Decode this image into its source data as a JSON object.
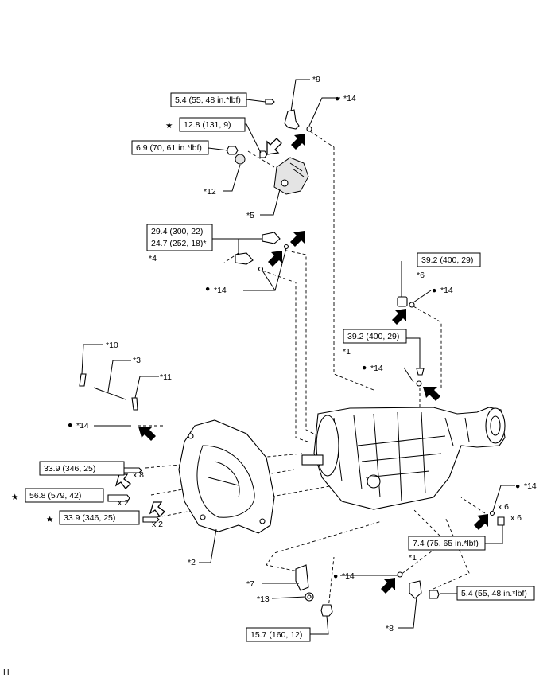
{
  "figure_code": "H",
  "glyphs": {
    "star": "★",
    "bullet": "●"
  },
  "torque_boxes": [
    "5.4 (55, 48 in.*lbf)",
    "12.8 (131, 9)",
    "6.9 (70, 61 in.*lbf)",
    "29.4 (300, 22)",
    "24.7 (252, 18)*",
    "39.2 (400, 29)",
    "39.2 (400, 29)",
    "33.9 (346, 25)",
    "56.8 (579, 42)",
    "33.9 (346, 25)",
    "7.4 (75, 65 in.*lbf)",
    "15.7 (160, 12)",
    "5.4 (55, 48 in.*lbf)"
  ],
  "callouts": [
    "*9",
    "*14",
    "*12",
    "*5",
    "*4",
    "*14",
    "*6",
    "*14",
    "*1",
    "*14",
    "*10",
    "*3",
    "*11",
    "*14",
    "*2",
    "*14",
    "*1",
    "*7",
    "*13",
    "*14",
    "*8"
  ],
  "quantities": [
    "x 8",
    "x 2",
    "x 2",
    "x 6",
    "x 6"
  ]
}
